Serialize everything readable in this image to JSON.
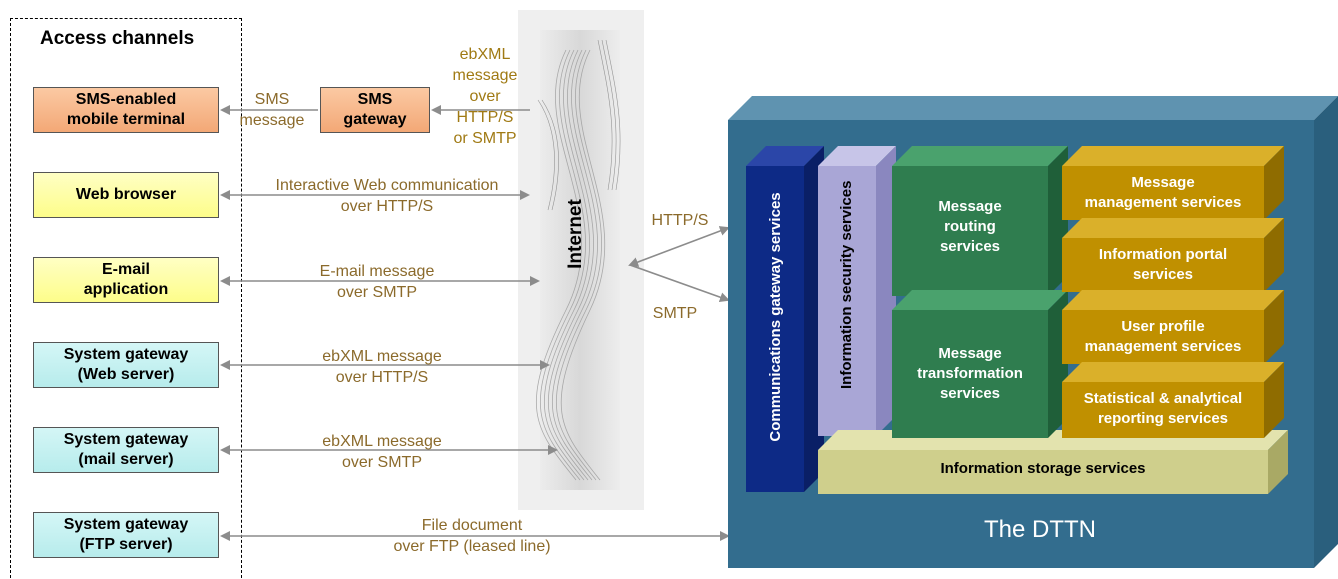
{
  "access_channels": {
    "title": "Access channels",
    "sms_terminal": "SMS-enabled\nmobile terminal",
    "web_browser": "Web browser",
    "email_app": "E-mail\napplication",
    "sys_gw_web": "System gateway\n(Web server)",
    "sys_gw_mail": "System gateway\n(mail server)",
    "sys_gw_ftp": "System gateway\n(FTP server)"
  },
  "sms_gateway": "SMS\ngateway",
  "labels": {
    "sms_message": "SMS\nmessage",
    "ebxml_http_smtp": "ebXML\nmessage\nover\nHTTP/S\nor SMTP",
    "interactive_web": "Interactive Web communication\nover HTTP/S",
    "email_smtp": "E-mail message\nover SMTP",
    "ebxml_http": "ebXML message\nover HTTP/S",
    "ebxml_smtp": "ebXML message\nover SMTP",
    "file_ftp": "File document\nover FTP (leased line)",
    "http_s": "HTTP/S",
    "smtp": "SMTP"
  },
  "internet": "Internet",
  "dttn": {
    "title": "The DTTN",
    "comm_gateway": "Communications gateway services",
    "info_security": "Information security services",
    "msg_routing": "Message\nrouting\nservices",
    "msg_transform": "Message\ntransformation\nservices",
    "msg_mgmt": "Message\nmanagement services",
    "info_portal": "Information portal\nservices",
    "user_profile": "User profile\nmanagement services",
    "stat_reporting": "Statistical & analytical\nreporting services",
    "info_storage": "Information storage services"
  },
  "colors": {
    "arrow": "#8c8c8c",
    "dttn_frame": "#2f6a8a",
    "comm_gateway": "#0d2a86",
    "info_security": "#a9a6d6",
    "green": "#2f7d4f",
    "gold": "#c09000",
    "storage": "#cfcf8c"
  }
}
